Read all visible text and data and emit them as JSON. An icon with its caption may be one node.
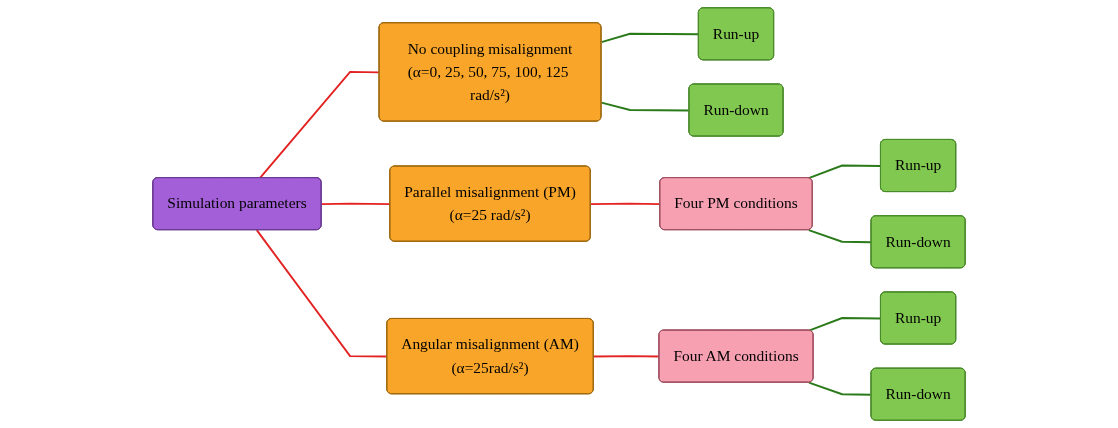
{
  "diagram": {
    "nodes": [
      {
        "text": [
          "Simulation parameters"
        ]
      },
      {
        "text": [
          "No coupling misalignment",
          "(α=0, 25, 50, 75, 100, 125 rad/s²)"
        ]
      },
      {
        "text": [
          "Run-up"
        ]
      },
      {
        "text": [
          "Run-down"
        ]
      },
      {
        "text": [
          "Parallel misalignment (PM)",
          "(α=25 rad/s²)"
        ]
      },
      {
        "text": [
          "Four  PM conditions"
        ]
      },
      {
        "text": [
          "Run-up"
        ]
      },
      {
        "text": [
          "Run-down"
        ]
      },
      {
        "text": [
          "Angular misalignment (AM)",
          "(α=25rad/s²)"
        ]
      },
      {
        "text": [
          "Four AM conditions"
        ]
      },
      {
        "text": [
          "Run-up"
        ]
      },
      {
        "text": [
          "Run-down"
        ]
      }
    ],
    "edges": [
      {
        "from": 0,
        "to": 1,
        "arrow": "none",
        "color": "#e32222"
      },
      {
        "from": 0,
        "to": 4,
        "arrow": "none",
        "color": "#e32222"
      },
      {
        "from": 0,
        "to": 8,
        "arrow": "none",
        "color": "#e32222"
      },
      {
        "from": 1,
        "to": 2,
        "arrow": "none"
      },
      {
        "from": 1,
        "to": 3,
        "arrow": "none"
      },
      {
        "from": 4,
        "to": 5,
        "arrow": "none",
        "color": "#e32222"
      },
      {
        "from": 5,
        "to": 6,
        "arrow": "none"
      },
      {
        "from": 5,
        "to": 7,
        "arrow": "none"
      },
      {
        "from": 8,
        "to": 9,
        "arrow": "none",
        "color": "#e32222"
      },
      {
        "from": 9,
        "to": 10,
        "arrow": "none"
      },
      {
        "from": 9,
        "to": 11,
        "arrow": "none"
      }
    ]
  }
}
